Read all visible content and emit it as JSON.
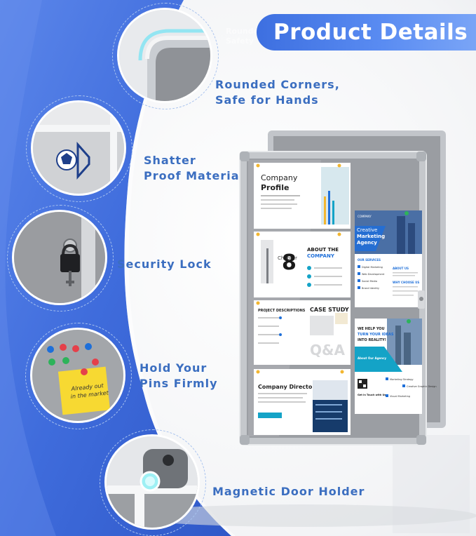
{
  "header": {
    "title": "Product Details",
    "faded_caption": [
      "Rounded",
      "Safety"
    ]
  },
  "features": [
    {
      "lines": [
        "Rounded Corners,",
        "Safe for Hands"
      ],
      "icon": "rounded-corner-icon"
    },
    {
      "lines": [
        "Shatter",
        "Proof Material"
      ],
      "icon": "shatter-proof-icon"
    },
    {
      "lines": [
        "Security Lock"
      ],
      "icon": "lock-icon"
    },
    {
      "lines": [
        "Hold Your",
        "Pins Firmly"
      ],
      "icon": "push-pin-icon"
    },
    {
      "lines": [
        "Magnetic Door Holder"
      ],
      "icon": "magnet-icon"
    }
  ],
  "sticky_note": {
    "lines": [
      "Already out",
      "in the market"
    ]
  },
  "posters": {
    "company_profile": {
      "title": "Company",
      "title_bold": "Profile"
    },
    "chapter": {
      "label": "Chapter",
      "number": "8",
      "heading": "ABOUT THE",
      "heading_accent": "COMPANY"
    },
    "case_study": {
      "heading": "CASE STUDY",
      "project": "PROJECT DESCRIPTIONS",
      "big": "Q&A"
    },
    "company_director": {
      "heading": "Company Director"
    },
    "creative_marketing": {
      "small": "COMPANY",
      "line1": "Creative",
      "line2": "Marketing",
      "line3": "Agency",
      "services": "OUR SERVICES",
      "about": "ABOUT US",
      "why": "WHY CHOOSE US",
      "items": [
        "Digital Marketing",
        "Web Development",
        "Social Media",
        "Brand Identity"
      ]
    },
    "turn_ideas": {
      "line1": "WE HELP YOU",
      "line2": "TURN YOUR IDEAS",
      "line3": "INTO REALITY!",
      "about": "About Our Agency",
      "cta": "Get in Touch with Us",
      "items": [
        "Marketing Strategy",
        "Creative Graphic Design",
        "Visual Marketing"
      ]
    }
  },
  "colors": {
    "accent": "#3d6fe0",
    "feature_text": "#3b6ec0",
    "dashed_ring": "#a9c3ee",
    "board_frame": "#b8bcc2",
    "board_felt": "#9a9da2",
    "poster_blue": "#1e6fd9",
    "poster_teal": "#14a3c7"
  }
}
